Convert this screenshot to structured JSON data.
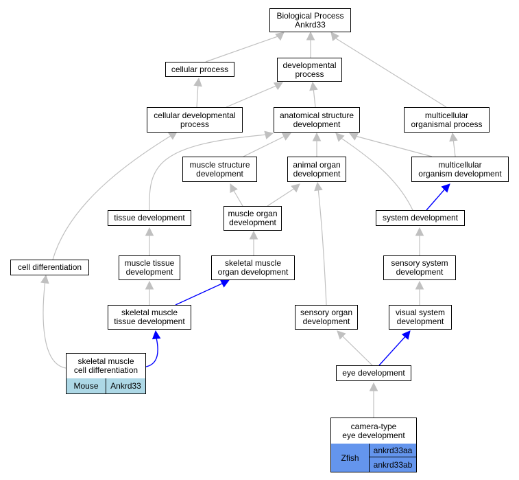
{
  "nodes": {
    "biological_process": "Biological Process\nAnkrd33",
    "cellular_process": "cellular process",
    "developmental_process": "developmental\nprocess",
    "cellular_developmental_process": "cellular developmental\nprocess",
    "anatomical_structure_development": "anatomical structure\ndevelopment",
    "multicellular_organismal_process": "multicellular\norganismal process",
    "muscle_structure_development": "muscle structure\ndevelopment",
    "animal_organ_development": "animal organ\ndevelopment",
    "multicellular_organism_development": "multicellular\norganism development",
    "tissue_development": "tissue development",
    "muscle_organ_development": "muscle organ\ndevelopment",
    "system_development": "system development",
    "cell_differentiation": "cell differentiation",
    "muscle_tissue_development": "muscle tissue\ndevelopment",
    "skeletal_muscle_organ_development": "skeletal muscle\norgan development",
    "sensory_system_development": "sensory system\ndevelopment",
    "skeletal_muscle_tissue_development": "skeletal muscle\ntissue development",
    "sensory_organ_development": "sensory organ\ndevelopment",
    "visual_system_development": "visual system\ndevelopment",
    "eye_development": "eye development"
  },
  "annotated": {
    "skeletal_muscle_cell_differentiation": {
      "label": "skeletal muscle\ncell differentiation",
      "species": "Mouse",
      "genes": [
        "Ankrd33"
      ]
    },
    "camera_type_eye_development": {
      "label": "camera-type\neye development",
      "species": "Zfish",
      "genes": [
        "ankrd33aa",
        "ankrd33ab"
      ]
    }
  },
  "colors": {
    "edge_gray": "#c0c0c0",
    "edge_blue": "#0000ff",
    "mouse_fill": "#add8e6",
    "zfish_fill": "#6495ed"
  }
}
